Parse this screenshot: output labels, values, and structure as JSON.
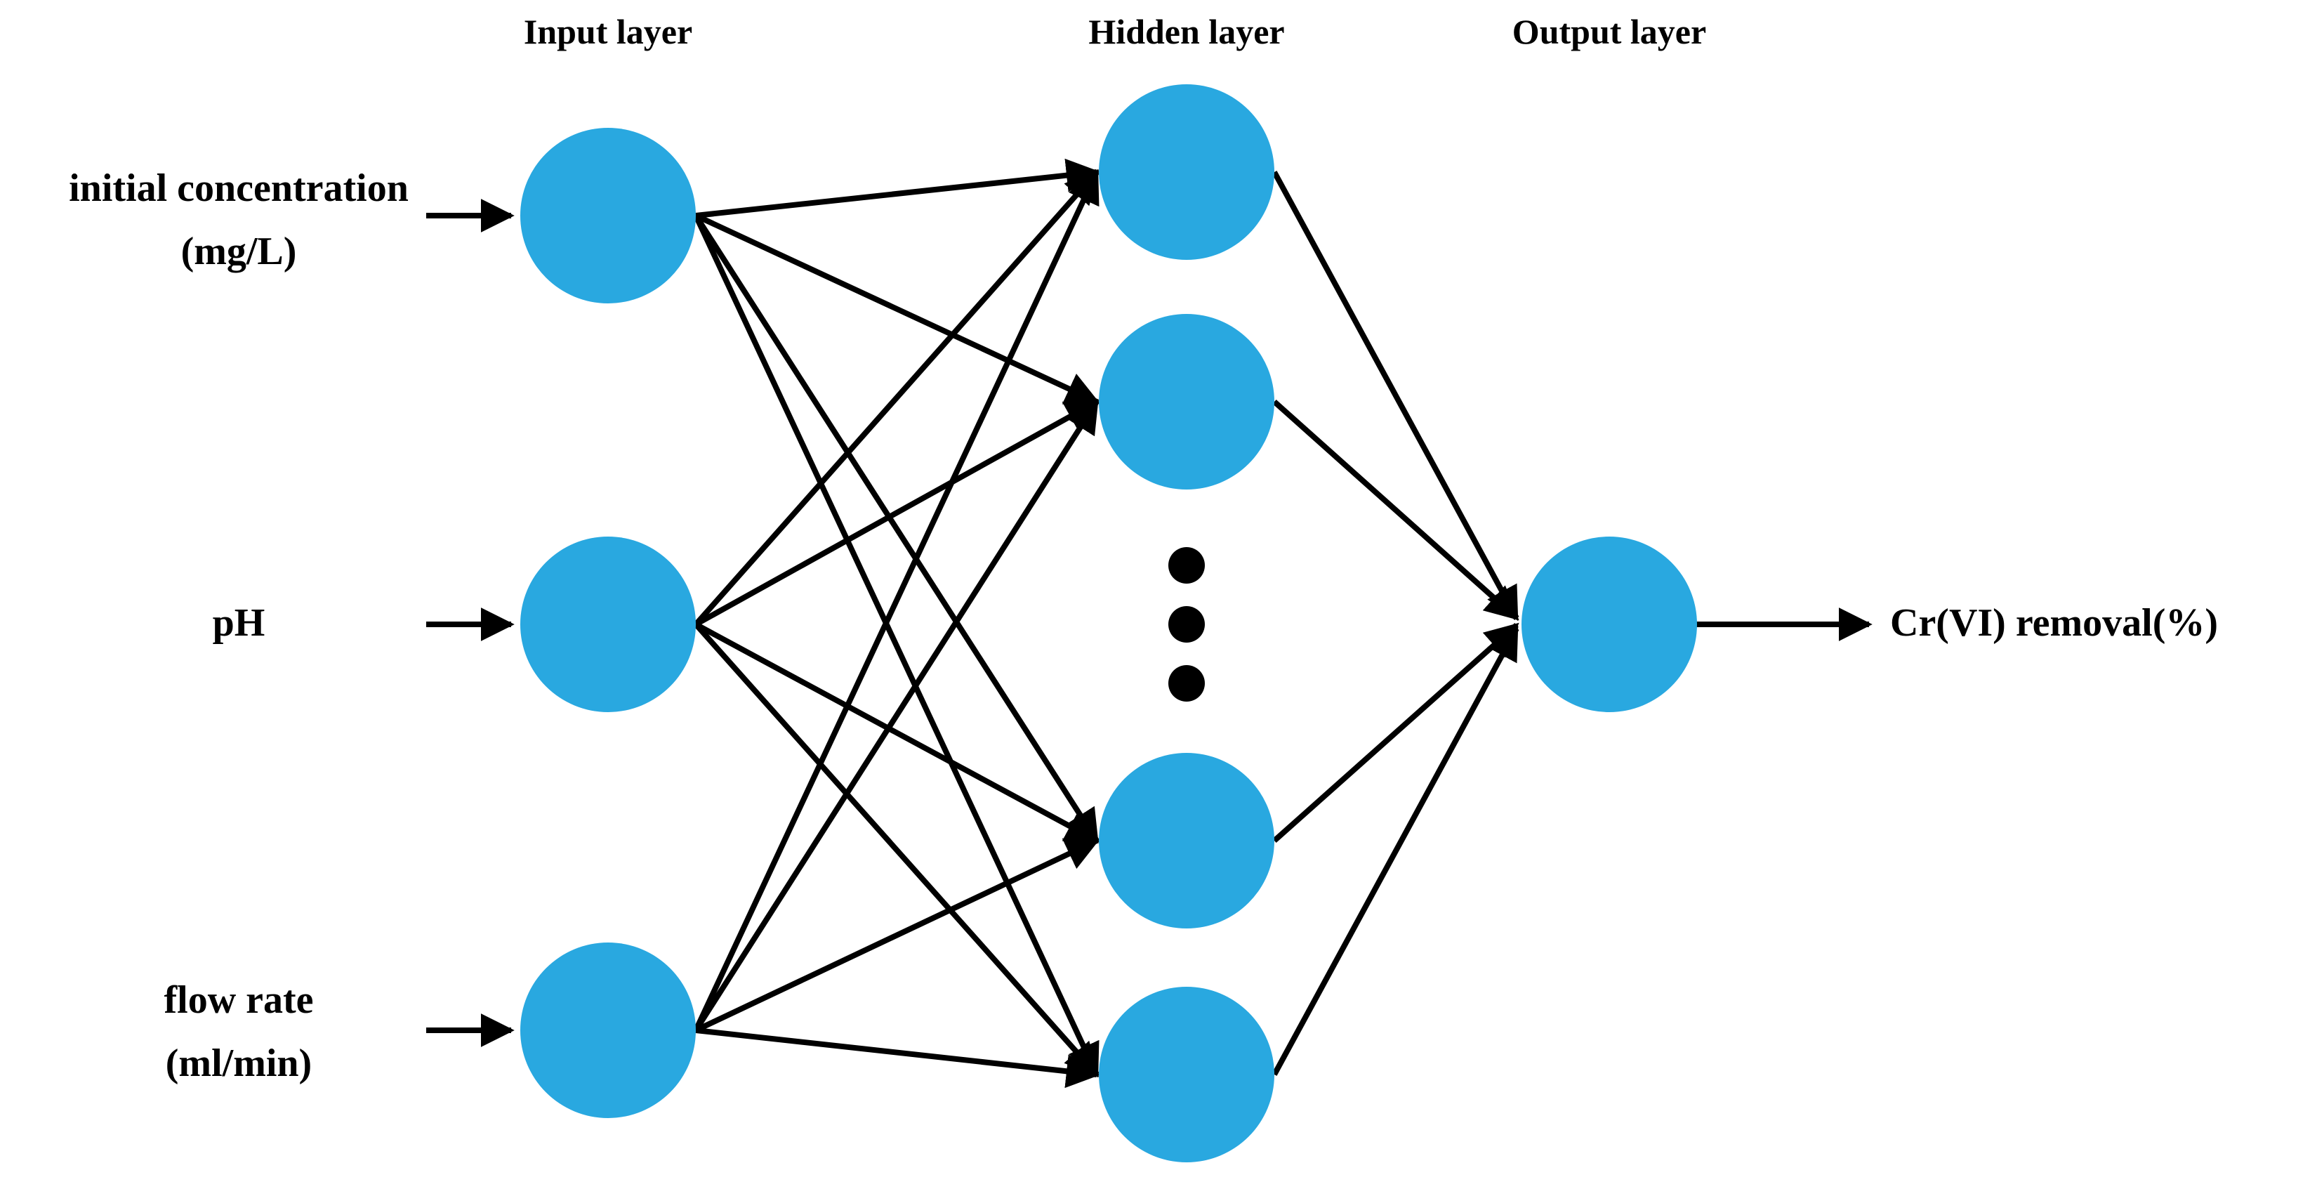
{
  "colors": {
    "node": "#29A8E0",
    "edge": "#000000",
    "background": "#ffffff",
    "dots": "#000000"
  },
  "layers": {
    "input": {
      "title": "Input layer"
    },
    "hidden": {
      "title": "Hidden layer"
    },
    "output": {
      "title": "Output layer"
    }
  },
  "inputs": [
    {
      "line1": "initial  concentration",
      "line2": "(mg/L)"
    },
    {
      "line1": "pH",
      "line2": ""
    },
    {
      "line1": "flow rate",
      "line2": "(ml/min)"
    }
  ],
  "output": {
    "label": "Cr(VI) removal(%)"
  },
  "network": {
    "input_nodes": 3,
    "hidden_nodes_shown": 4,
    "output_nodes": 1,
    "hidden_ellipsis": true
  }
}
